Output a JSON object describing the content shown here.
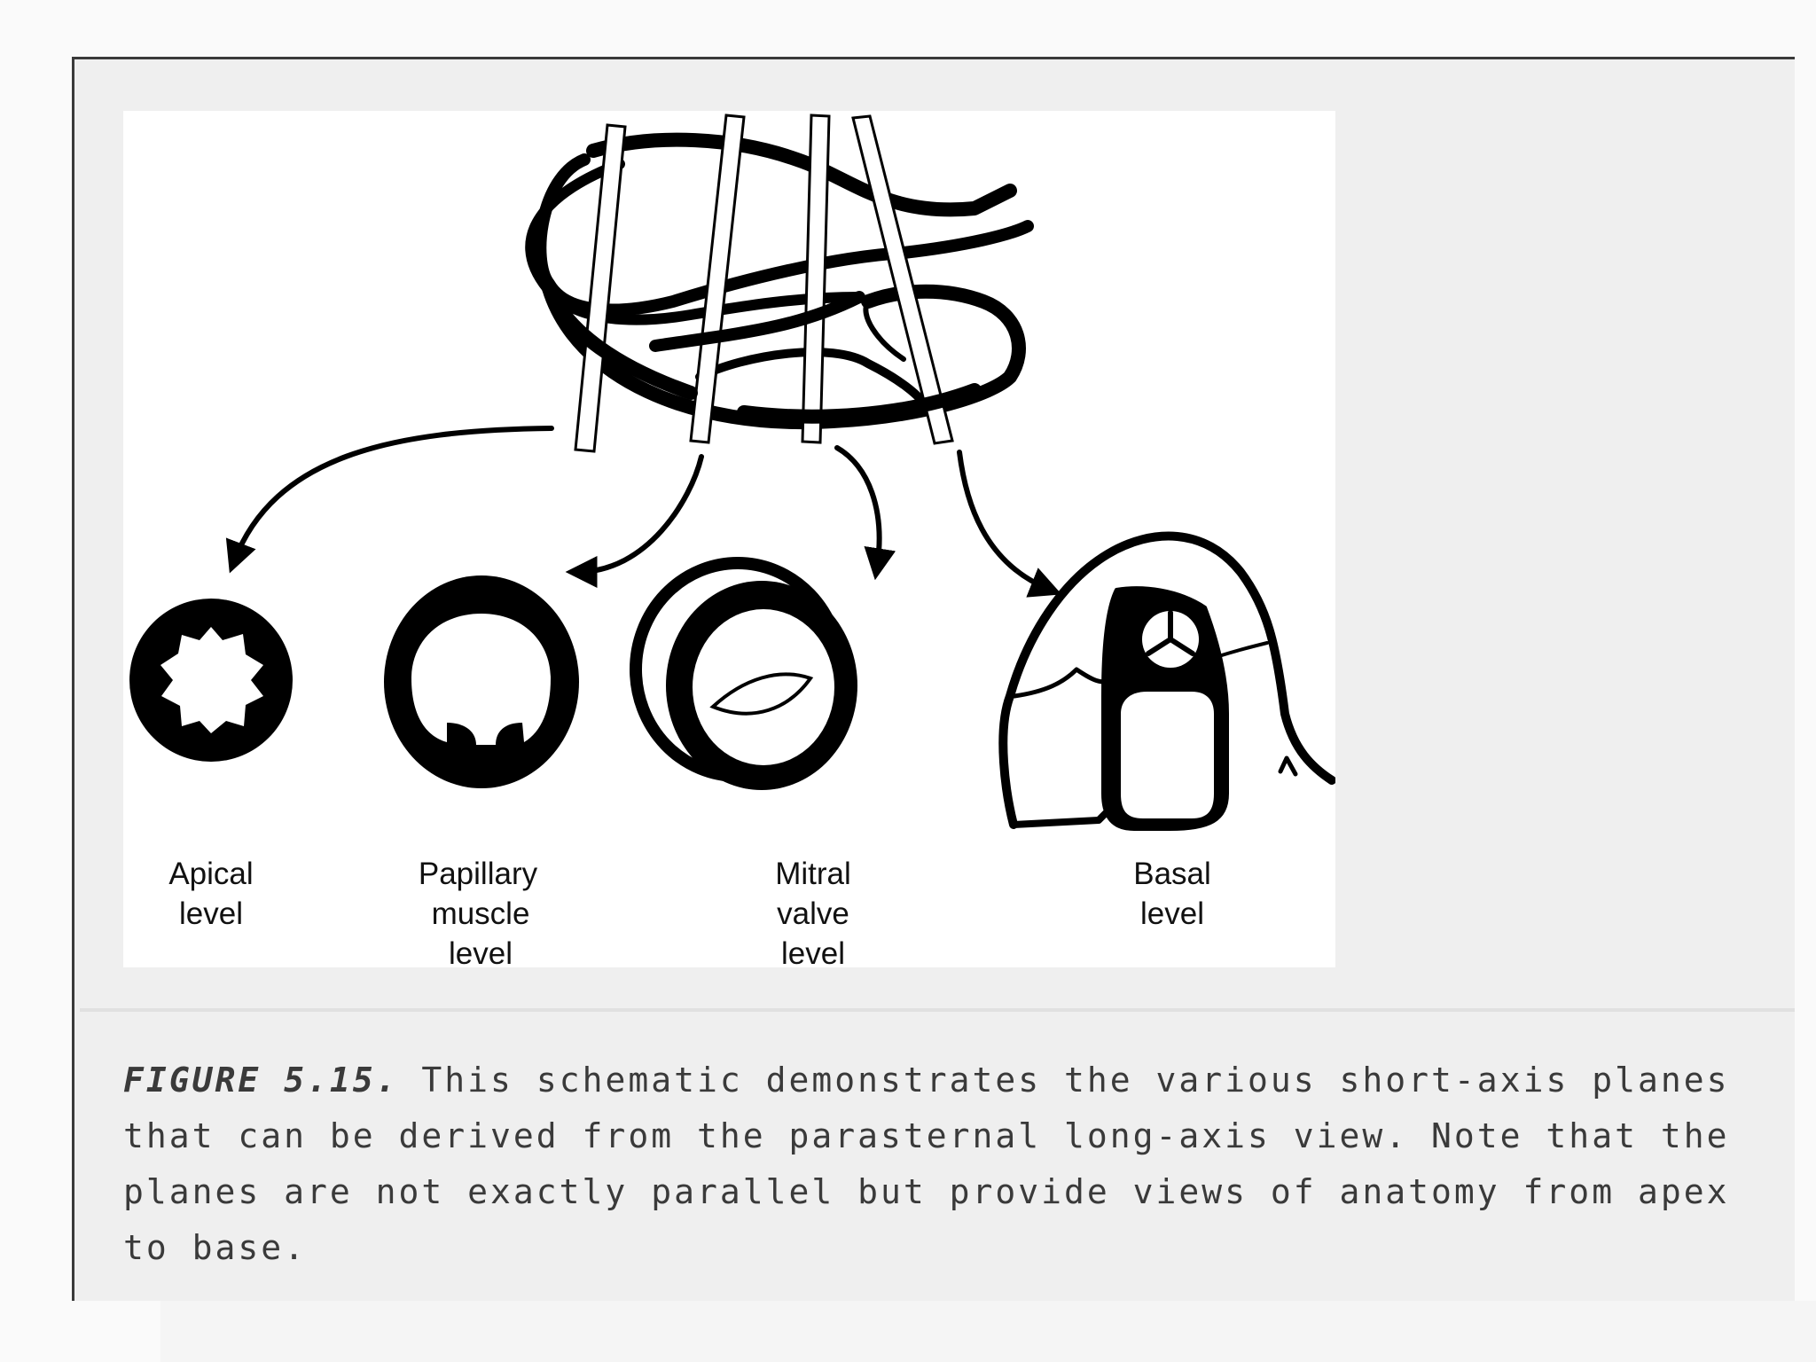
{
  "figure": {
    "labels": {
      "apical": [
        "Apical",
        "level"
      ],
      "papillary": [
        "Papillary",
        "muscle",
        "level"
      ],
      "mitral": [
        "Mitral",
        "valve",
        "level"
      ],
      "basal": [
        "Basal",
        "level"
      ]
    },
    "caption": {
      "label": "FIGURE 5.15.",
      "text": " This schematic demonstrates the various short-axis planes that can be derived from the parasternal long-axis view. Note that the planes are not exactly parallel but provide views of anatomy from apex to base."
    }
  }
}
